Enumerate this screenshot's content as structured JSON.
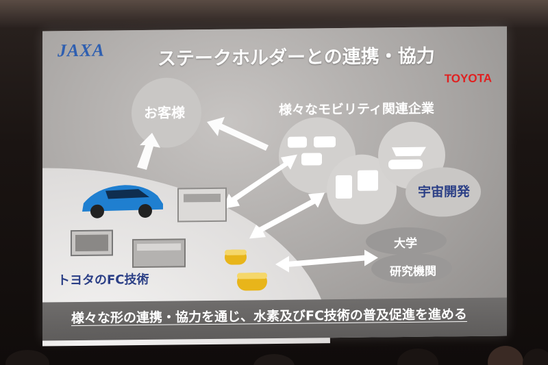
{
  "slide": {
    "title": "ステークホルダーとの連携・協力",
    "logo_left": "JAXA",
    "logo_right": "TOYOTA",
    "customer_label": "お客様",
    "mobility_label": "様々なモビリティ関連企業",
    "space_label": "宇宙開発",
    "university_label": "大学",
    "research_label": "研究機関",
    "fc_label": "トヨタのFC技術",
    "footer": "様々な形の連携・協力を通じ、水素及びFC技術の普及促進を進める"
  },
  "colors": {
    "title_text": "#ffffff",
    "accent_blue": "#2b3f86",
    "toyota_red": "#e02020",
    "jaxa_blue": "#2f5fb0",
    "car_blue": "#1f7fd0"
  }
}
